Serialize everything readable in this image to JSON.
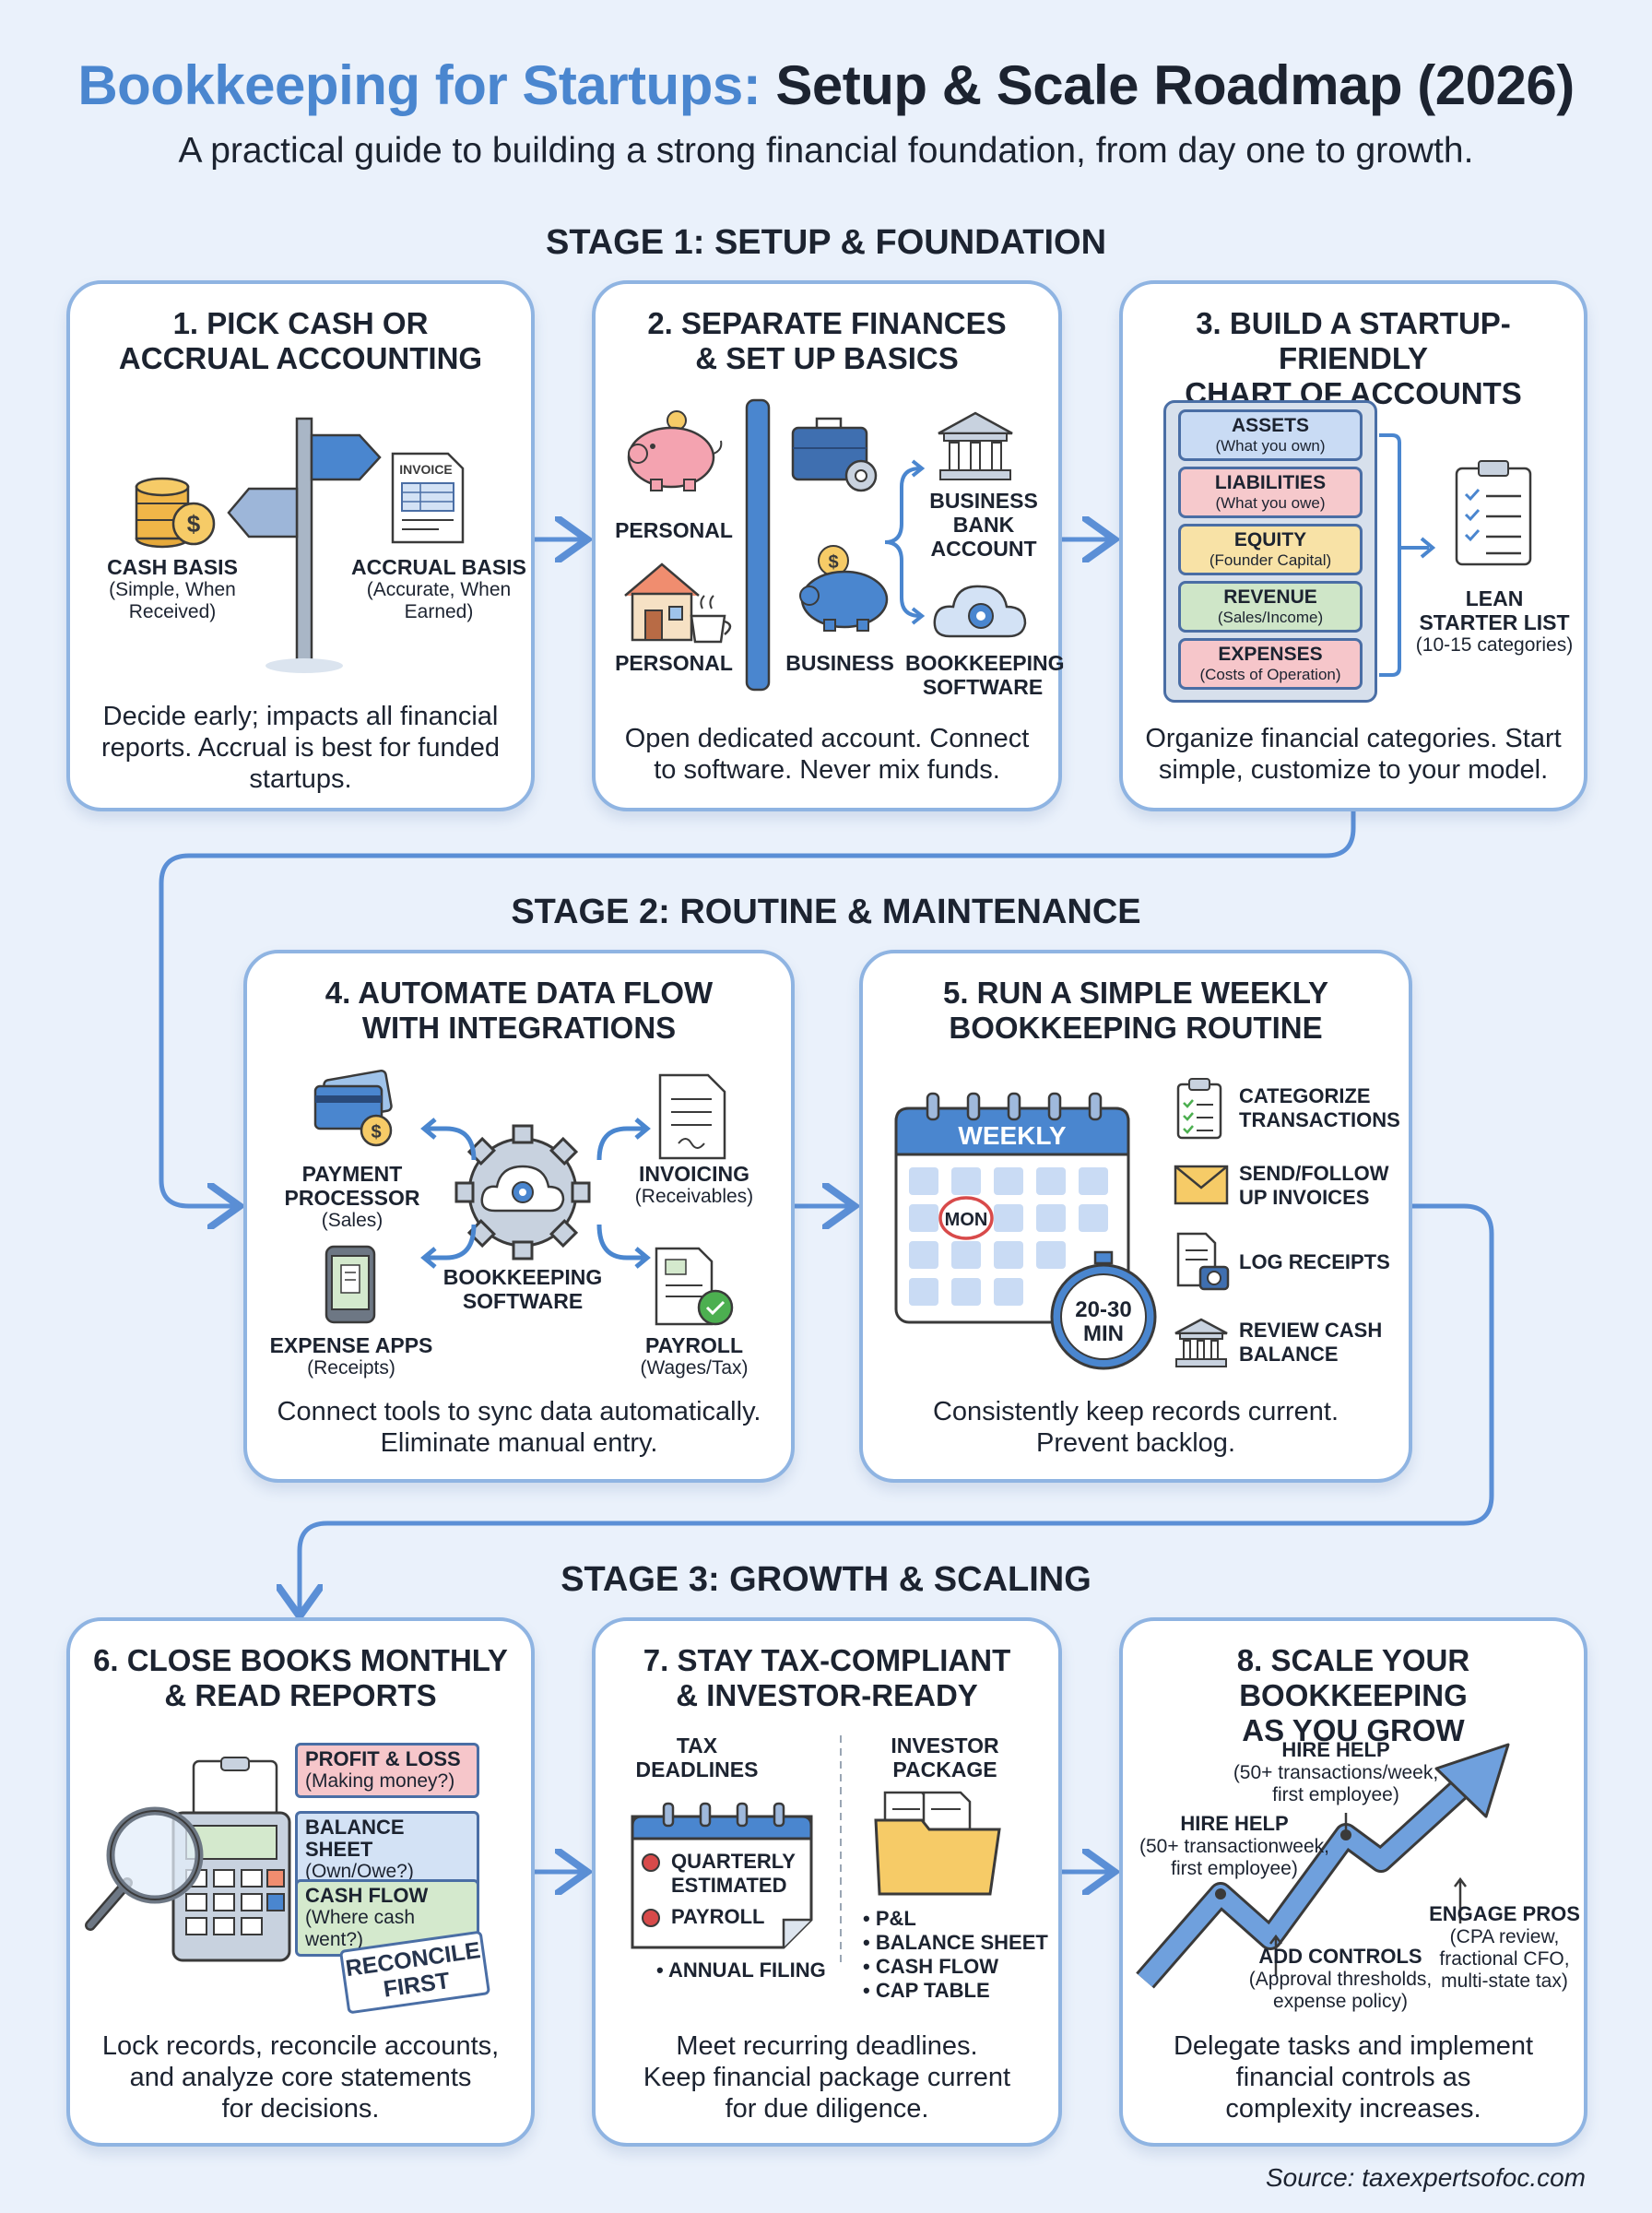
{
  "header": {
    "title_part1": "Bookkeeping for Startups:",
    "title_part2": "Setup & Scale Roadmap (2026)",
    "subtitle": "A practical guide to building a strong financial foundation, from day one to growth."
  },
  "stages": {
    "s1": "STAGE 1: SETUP & FOUNDATION",
    "s2": "STAGE 2: ROUTINE & MAINTENANCE",
    "s3": "STAGE 3: GROWTH & SCALING"
  },
  "c1": {
    "title1": "1. PICK CASH OR",
    "title2": "ACCRUAL ACCOUNTING",
    "invoice_icon_text": "INVOICE",
    "cash_title": "CASH BASIS",
    "cash_sub1": "(Simple, When",
    "cash_sub2": "Received)",
    "accrual_title": "ACCRUAL BASIS",
    "accrual_sub1": "(Accurate, When",
    "accrual_sub2": "Earned)",
    "desc1": "Decide early; impacts all financial",
    "desc2": "reports. Accrual is best for funded",
    "desc3": "startups."
  },
  "c2": {
    "title1": "2. SEPARATE FINANCES",
    "title2": "& SET UP BASICS",
    "personal1": "PERSONAL",
    "personal2": "PERSONAL",
    "business": "BUSINESS",
    "bank1": "BUSINESS",
    "bank2": "BANK",
    "bank3": "ACCOUNT",
    "soft1": "BOOKKEEPING",
    "soft2": "SOFTWARE",
    "desc1": "Open dedicated account. Connect",
    "desc2": "to software. Never mix funds."
  },
  "c3": {
    "title1": "3. BUILD A STARTUP-FRIENDLY",
    "title2": "CHART OF ACCOUNTS",
    "accounts": [
      {
        "name": "ASSETS",
        "sub": "(What you own)",
        "color": "#c9dbf4"
      },
      {
        "name": "LIABILITIES",
        "sub": "(What you owe)",
        "color": "#f6c9cc"
      },
      {
        "name": "EQUITY",
        "sub": "(Founder Capital)",
        "color": "#f8e2a6"
      },
      {
        "name": "REVENUE",
        "sub": "(Sales/Income)",
        "color": "#cfe6c8"
      },
      {
        "name": "EXPENSES",
        "sub": "(Costs of Operation)",
        "color": "#f6c6ca"
      }
    ],
    "lean1": "LEAN",
    "lean2": "STARTER LIST",
    "lean3": "(10-15 categories)",
    "desc1": "Organize financial categories. Start",
    "desc2": "simple, customize to your model."
  },
  "c4": {
    "title1": "4. AUTOMATE DATA FLOW",
    "title2": "WITH INTEGRATIONS",
    "pay1": "PAYMENT",
    "pay2": "PROCESSOR",
    "pay3": "(Sales)",
    "inv1": "INVOICING",
    "inv2": "(Receivables)",
    "soft1": "BOOKKEEPING",
    "soft2": "SOFTWARE",
    "exp1": "EXPENSE APPS",
    "exp2": "(Receipts)",
    "payroll1": "PAYROLL",
    "payroll2": "(Wages/Tax)",
    "desc1": "Connect tools to sync data automatically.",
    "desc2": "Eliminate manual entry."
  },
  "c5": {
    "title1": "5. RUN A SIMPLE WEEKLY",
    "title2": "BOOKKEEPING ROUTINE",
    "weekly": "WEEKLY",
    "mon": "MON",
    "time1": "20-30",
    "time2": "MIN",
    "tasks": [
      {
        "l1": "CATEGORIZE",
        "l2": "TRANSACTIONS"
      },
      {
        "l1": "SEND/FOLLOW",
        "l2": "UP INVOICES"
      },
      {
        "l1": "LOG RECEIPTS",
        "l2": ""
      },
      {
        "l1": "REVIEW CASH",
        "l2": "BALANCE"
      }
    ],
    "desc1": "Consistently keep records current.",
    "desc2": "Prevent backlog."
  },
  "c6": {
    "title1": "6. CLOSE BOOKS MONTHLY",
    "title2": "& READ REPORTS",
    "reports": [
      {
        "name": "PROFIT & LOSS",
        "sub": "(Making money?)",
        "color": "#f6c6ca"
      },
      {
        "name": "BALANCE SHEET",
        "sub": "(Own/Owe?)",
        "color": "#d3e2f5"
      },
      {
        "name": "CASH FLOW",
        "sub": "(Where cash went?)",
        "color": "#d4e9cd"
      }
    ],
    "stamp1": "RECONCILE",
    "stamp2": "FIRST",
    "desc1": "Lock records, reconcile accounts,",
    "desc2": "and analyze core statements",
    "desc3": "for decisions."
  },
  "c7": {
    "title1": "7. STAY TAX-COMPLIANT",
    "title2": "& INVESTOR-READY",
    "tax1": "TAX",
    "tax2": "DEADLINES",
    "q1": "QUARTERLY",
    "q2": "ESTIMATED",
    "payroll": "PAYROLL",
    "annual": "• ANNUAL FILING",
    "inv1": "INVESTOR",
    "inv2": "PACKAGE",
    "items": [
      "• P&L",
      "• BALANCE SHEET",
      "• CASH FLOW",
      "• CAP TABLE"
    ],
    "desc1": "Meet recurring deadlines.",
    "desc2": "Keep financial package current",
    "desc3": "for due diligence."
  },
  "c8": {
    "title1": "8. SCALE YOUR BOOKKEEPING",
    "title2": "AS YOU GROW",
    "hire_top": "HIRE HELP",
    "hire_top_s1": "(50+ transactions/week,",
    "hire_top_s2": "first employee)",
    "hire_mid": "HIRE HELP",
    "hire_mid_s1": "(50+ transactionweek,",
    "hire_mid_s2": "first employee)",
    "controls": "ADD CONTROLS",
    "controls_s1": "(Approval thresholds,",
    "controls_s2": "expense policy)",
    "pros": "ENGAGE PROS",
    "pros_s1": "(CPA review,",
    "pros_s2": "fractional CFO,",
    "pros_s3": "multi-state tax)",
    "desc1": "Delegate tasks and implement",
    "desc2": "financial controls as",
    "desc3": "complexity increases."
  },
  "footer": {
    "source": "Source: taxexpertsofoc.com"
  },
  "colors": {
    "accent_blue": "#4a86cf",
    "card_border": "#8fb4e2",
    "background": "#eaf1fb",
    "connector": "#5b8fd6"
  }
}
